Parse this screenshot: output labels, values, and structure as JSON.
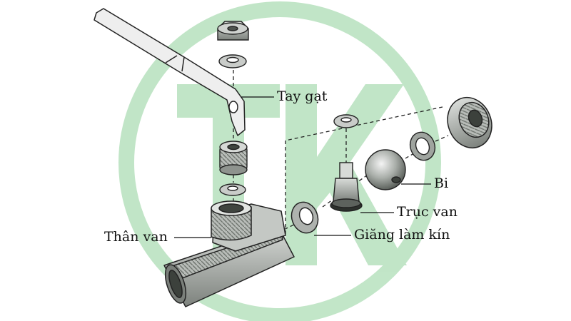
{
  "watermark": {
    "text": "TK",
    "color": "#8fd19a"
  },
  "labels": {
    "tay_gat": "Tay gạt",
    "bi": "Bi",
    "truc_van": "Trục van",
    "giang_lam_kin": "Giăng làm kín",
    "than_van": "Thân van"
  },
  "colors": {
    "line": "#222222",
    "metal_light": "#e6e6e6",
    "metal_mid": "#b8bcb8",
    "metal_dark": "#6f756f",
    "watermark": "#8fd19a"
  }
}
